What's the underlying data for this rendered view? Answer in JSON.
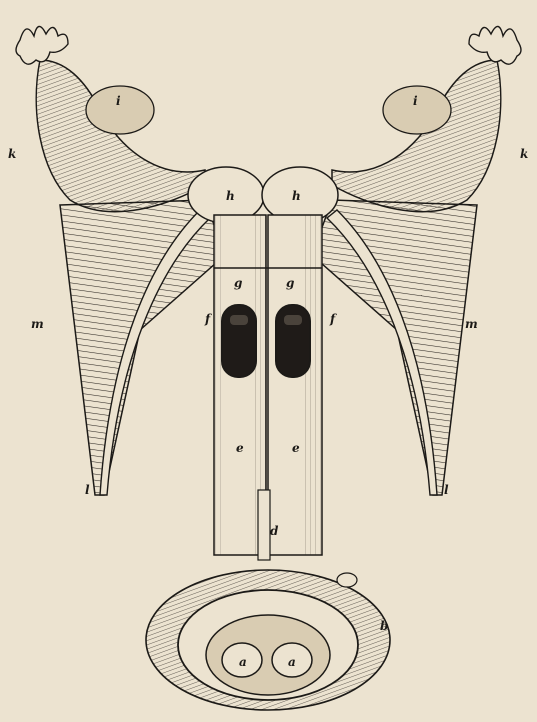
{
  "figure": {
    "description_icon": "anatomical-engraving",
    "colors": {
      "paper": "#ece3d0",
      "ink": "#1c1a17",
      "wash": "#d9ccb2"
    },
    "labels": {
      "a_left": "a",
      "a_right": "a",
      "b": "b",
      "d": "d",
      "e_left": "e",
      "e_right": "e",
      "f_left": "f",
      "f_right": "f",
      "g_left": "g",
      "g_right": "g",
      "h_left": "h",
      "h_right": "h",
      "i_left": "i",
      "i_right": "i",
      "k_left": "k",
      "k_right": "k",
      "l_left": "l",
      "l_right": "l",
      "m_left": "m",
      "m_right": "m"
    }
  }
}
